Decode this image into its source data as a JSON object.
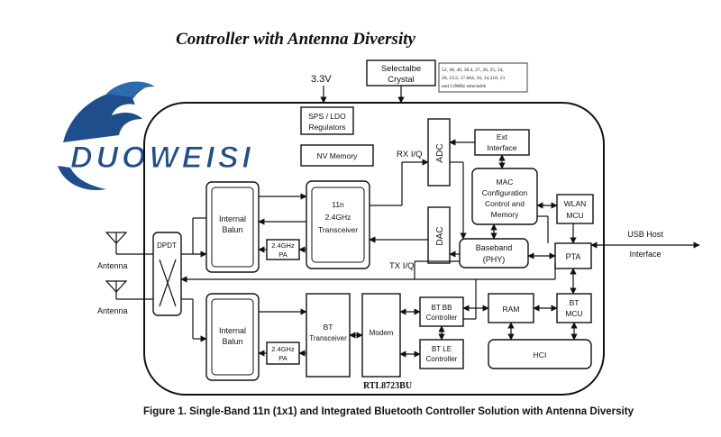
{
  "title": "Controller with Antenna Diversity",
  "caption": "Figure 1.  Single-Band 11n (1x1) and Integrated Bluetooth Controller Solution with Antenna Diversity",
  "logo": {
    "text": "DUOWEISI",
    "icon": "eagle-head-icon",
    "color": "#1f4e8c"
  },
  "labels": {
    "v33": "3.3V",
    "crystal_l1": "Selectalbe",
    "crystal_l2": "Crystal",
    "crystal_note_l1": "52, 48, 40, 38.4, 27, 26, 25, 24,",
    "crystal_note_l2": "20, 19.2, 17.664, 16, 14.318, 13",
    "crystal_note_l3": "and 12MHz selectable",
    "sps_l1": "SPS / LDO",
    "sps_l2": "Regulators",
    "nvmem": "NV Memory",
    "rxiq": "RX I/Q",
    "txiq": "TX I/Q",
    "adc": "ADC",
    "dac": "DAC",
    "ext_l1": "Ext",
    "ext_l2": "Interface",
    "mac_l1": "MAC",
    "mac_l2": "Configuration",
    "mac_l3": "Control and",
    "mac_l4": "Memory",
    "wlan_l1": "WLAN",
    "wlan_l2": "MCU",
    "baseband_l1": "Baseband",
    "baseband_l2": "(PHY)",
    "pta": "PTA",
    "usb_l1": "USB Host",
    "usb_l2": "Interface",
    "dpdt": "DPDT",
    "antenna1": "Antenna",
    "antenna2": "Antenna",
    "balun1_l1": "Internal",
    "balun1_l2": "Balun",
    "balun2_l1": "Internal",
    "balun2_l2": "Balun",
    "pa1_l1": "2.4GHz",
    "pa1_l2": "PA",
    "pa2_l1": "2.4GHz",
    "pa2_l2": "PA",
    "trx_l1": "11n",
    "trx_l2": "2.4GHz",
    "trx_l3": "Transceiver",
    "bt_l1": "BT",
    "bt_l2": "Transceiver",
    "modem": "Modem",
    "btbb_l1": "BT BB",
    "btbb_l2": "Controller",
    "btle_l1": "BT LE",
    "btle_l2": "Controller",
    "ram": "RAM",
    "btmcu_l1": "BT",
    "btmcu_l2": "MCU",
    "hci": "HCI",
    "chip": "RTL8723BU"
  }
}
